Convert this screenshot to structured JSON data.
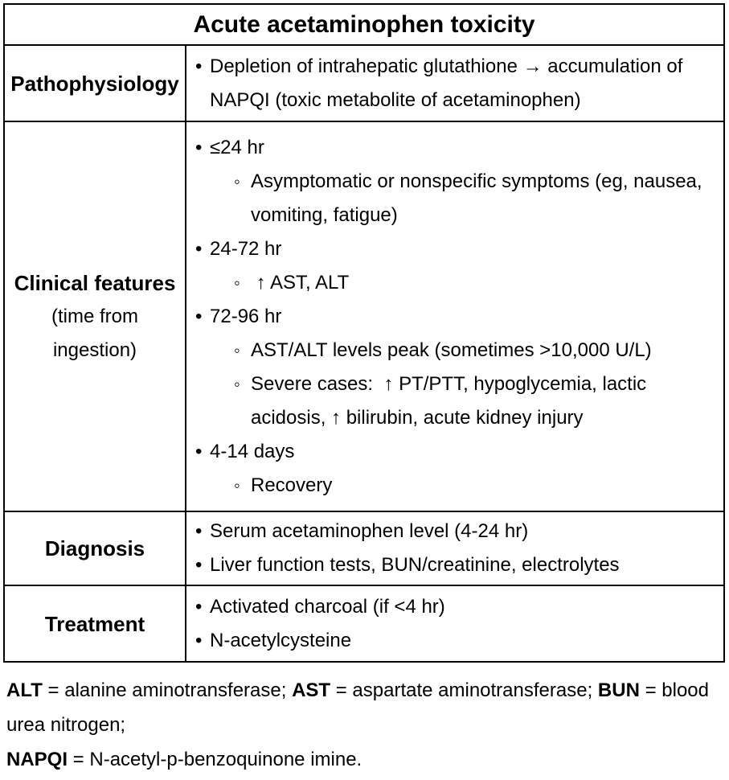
{
  "table": {
    "title": "Acute acetaminophen toxicity",
    "rows": [
      {
        "label": "Pathophysiology",
        "sub": "",
        "items": [
          {
            "level": 1,
            "marker": "•",
            "text": "Depletion of intrahepatic glutathione → accumulation of NAPQI (toxic metabolite of acetaminophen)"
          }
        ]
      },
      {
        "label": "Clinical features",
        "sub": "(time from ingestion)",
        "items": [
          {
            "level": 1,
            "marker": "•",
            "text": "≤24 hr"
          },
          {
            "level": 2,
            "marker": "◦",
            "text": "Asymptomatic or nonspecific symptoms (eg, nausea, vomiting, fatigue)"
          },
          {
            "level": 1,
            "marker": "•",
            "text": "24-72 hr"
          },
          {
            "level": 2,
            "marker": "◦",
            "text": " ↑ AST, ALT"
          },
          {
            "level": 1,
            "marker": "•",
            "text": "72-96 hr"
          },
          {
            "level": 2,
            "marker": "◦",
            "text": "AST/ALT levels peak (sometimes >10,000 U/L)"
          },
          {
            "level": 2,
            "marker": "◦",
            "text": "Severe cases:  ↑ PT/PTT, hypoglycemia, lactic acidosis, ↑ bilirubin, acute kidney injury"
          },
          {
            "level": 1,
            "marker": "•",
            "text": "4-14 days"
          },
          {
            "level": 2,
            "marker": "◦",
            "text": "Recovery"
          }
        ]
      },
      {
        "label": "Diagnosis",
        "sub": "",
        "items": [
          {
            "level": 1,
            "marker": "•",
            "text": "Serum acetaminophen level (4-24 hr)"
          },
          {
            "level": 1,
            "marker": "•",
            "text": "Liver function tests, BUN/creatinine, electrolytes"
          }
        ]
      },
      {
        "label": "Treatment",
        "sub": "",
        "items": [
          {
            "level": 1,
            "marker": "•",
            "text": "Activated charcoal (if <4 hr)"
          },
          {
            "level": 1,
            "marker": "•",
            "text": "N-acetylcysteine"
          }
        ]
      }
    ]
  },
  "footnote": {
    "lines": [
      [
        {
          "b": "ALT"
        },
        {
          "t": " = alanine aminotransferase; "
        },
        {
          "b": "AST"
        },
        {
          "t": " = aspartate aminotransferase; "
        },
        {
          "b": "BUN"
        },
        {
          "t": " = blood"
        }
      ],
      [
        {
          "t": "urea nitrogen;"
        }
      ],
      [
        {
          "b": "NAPQI"
        },
        {
          "t": " = N-acetyl-p-benzoquinone imine."
        }
      ]
    ]
  }
}
